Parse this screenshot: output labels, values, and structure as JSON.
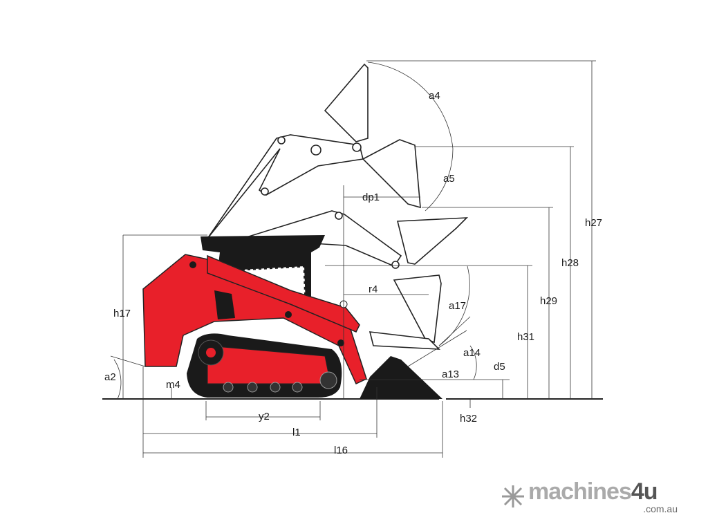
{
  "labels": {
    "a4": "a4",
    "a5": "a5",
    "dp1": "dp1",
    "h27": "h27",
    "h28": "h28",
    "h29": "h29",
    "r4": "r4",
    "a17": "a17",
    "h31": "h31",
    "h17": "h17",
    "a14": "a14",
    "d5": "d5",
    "a13": "a13",
    "a2": "a2",
    "m4": "m4",
    "h32": "h32",
    "y2": "y2",
    "l1": "l1",
    "l16": "l16"
  },
  "logo": {
    "brand": "machines",
    "brand_accent": "4u",
    "domain": ".com.au"
  },
  "colors": {
    "body": "#e8202a",
    "track": "#1a1a1a",
    "outline": "#222222"
  }
}
